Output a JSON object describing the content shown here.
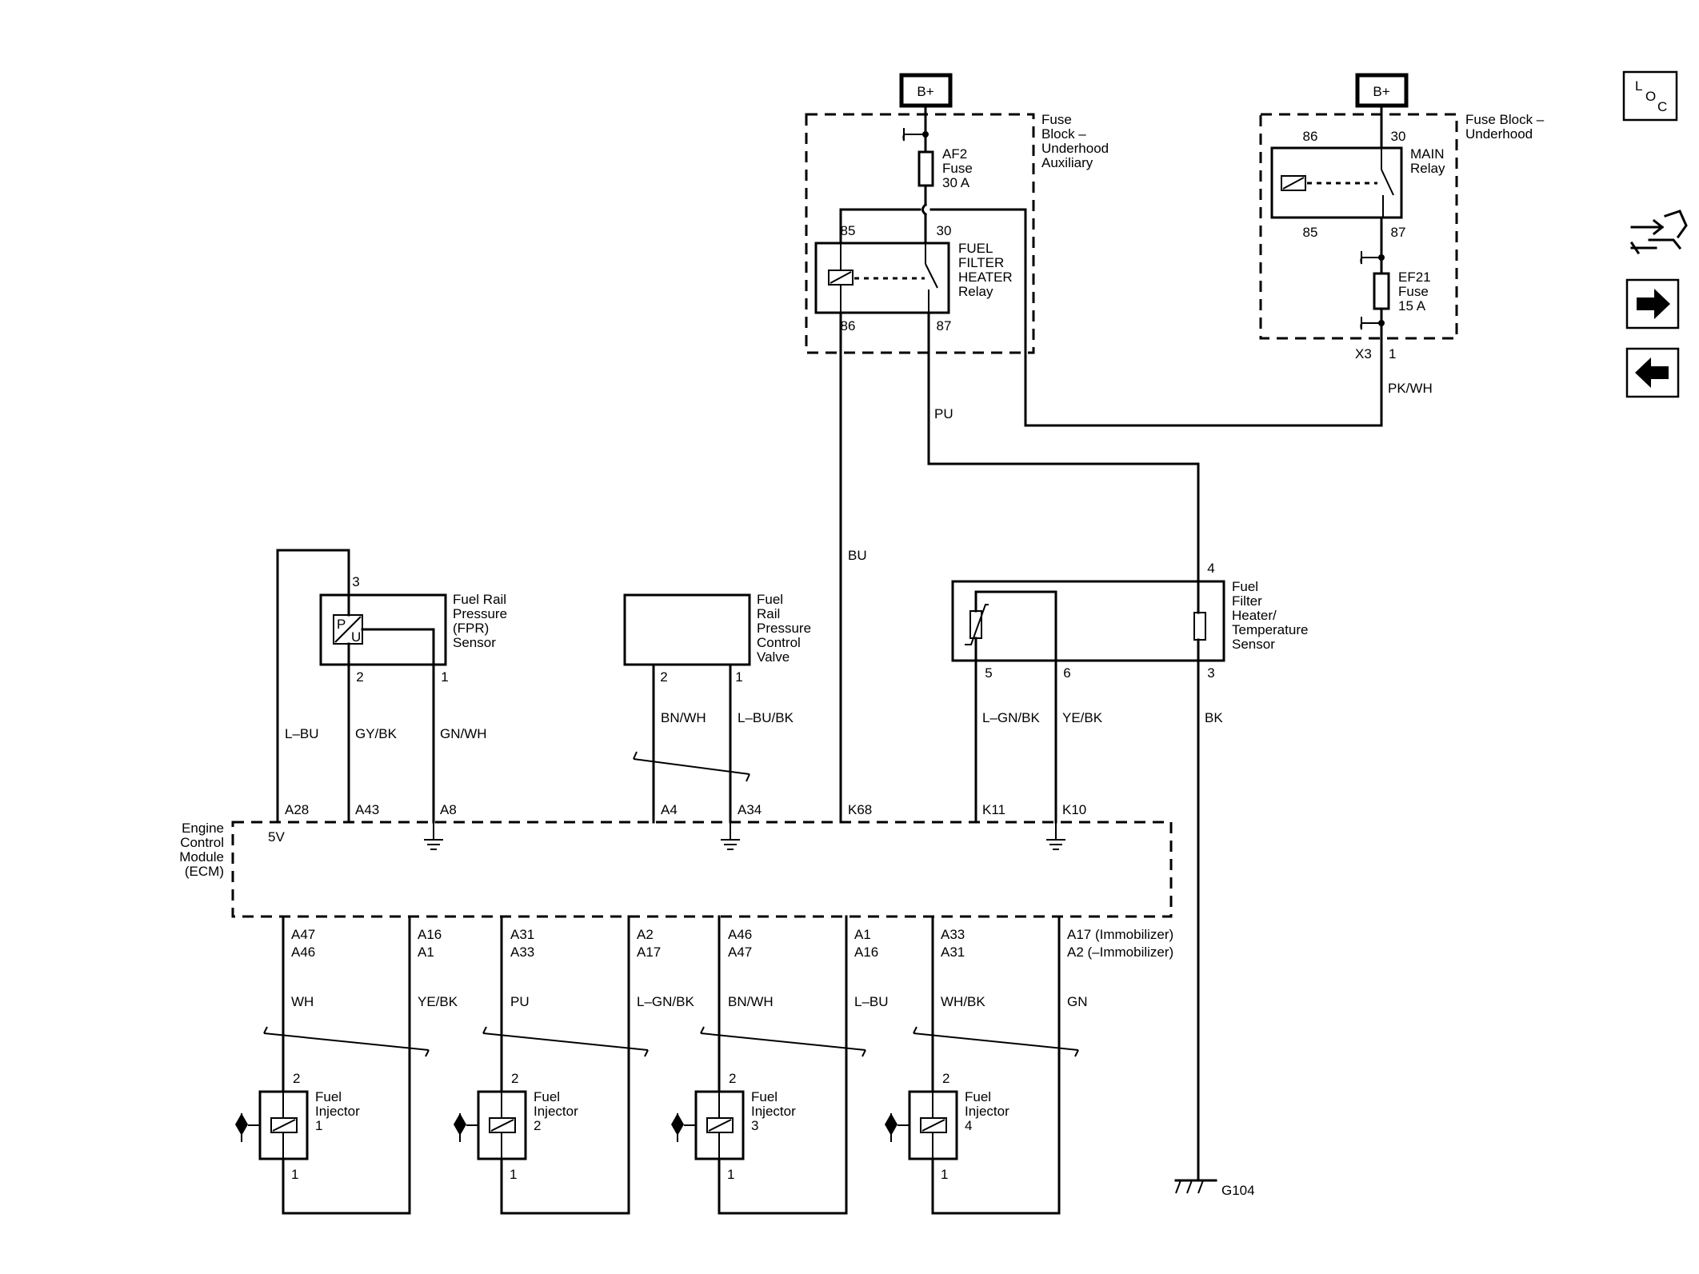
{
  "nav": {
    "loc_l": "L",
    "loc_o": "O",
    "loc_c": "C",
    "icons": [
      "location-icon",
      "connector-view-icon",
      "next-page-icon",
      "previous-page-icon"
    ]
  },
  "power": {
    "b_plus": "B+"
  },
  "fuse_block_aux": {
    "title": [
      "Fuse",
      "Block –",
      "Underhood",
      "Auxiliary"
    ],
    "fuse": [
      "AF2",
      "Fuse",
      "30 A"
    ],
    "relay": [
      "FUEL",
      "FILTER",
      "HEATER",
      "Relay"
    ],
    "pins": {
      "p85": "85",
      "p30": "30",
      "p86": "86",
      "p87": "87"
    }
  },
  "fuse_block_underhood": {
    "title": [
      "Fuse Block –",
      "Underhood"
    ],
    "relay": [
      "MAIN",
      "Relay"
    ],
    "pins": {
      "p86": "86",
      "p30": "30",
      "p85": "85",
      "p87": "87"
    },
    "fuse": [
      "EF21",
      "Fuse",
      "15 A"
    ],
    "connector": {
      "x3": "X3",
      "pin": "1"
    }
  },
  "wires": {
    "pk_wh": "PK/WH",
    "pu": "PU",
    "bu": "BU",
    "l_bu": "L–BU",
    "gy_bk": "GY/BK",
    "gn_wh": "GN/WH",
    "bn_wh": "BN/WH",
    "l_bu_bk": "L–BU/BK",
    "l_gn_bk": "L–GN/BK",
    "ye_bk": "YE/BK",
    "bk": "BK",
    "inj": [
      "WH",
      "YE/BK",
      "PU",
      "L–GN/BK",
      "BN/WH",
      "L–BU",
      "WH/BK",
      "GN"
    ]
  },
  "fpr_sensor": {
    "label": [
      "Fuel Rail",
      "Pressure",
      "(FPR)",
      "Sensor"
    ],
    "pins": {
      "p3": "3",
      "p2": "2",
      "p1": "1"
    },
    "symbol": {
      "p": "P",
      "u": "U"
    }
  },
  "fprc_valve": {
    "label": [
      "Fuel",
      "Rail",
      "Pressure",
      "Control",
      "Valve"
    ],
    "pins": {
      "p2": "2",
      "p1": "1"
    }
  },
  "filter_heater_sensor": {
    "label": [
      "Fuel",
      "Filter",
      "Heater/",
      "Temperature",
      "Sensor"
    ],
    "pins": {
      "p4": "4",
      "p5": "5",
      "p6": "6",
      "p3": "3"
    }
  },
  "ecm": {
    "label": [
      "Engine",
      "Control",
      "Module",
      "(ECM)"
    ],
    "five_v": "5V",
    "top_pins": [
      "A28",
      "A43",
      "A8",
      "A4",
      "A34",
      "K68",
      "K11",
      "K10"
    ],
    "bottom_pins": [
      [
        "A47",
        "A46"
      ],
      [
        "A16",
        "A1"
      ],
      [
        "A31",
        "A33"
      ],
      [
        "A2",
        "A17"
      ],
      [
        "A46",
        "A47"
      ],
      [
        "A1",
        "A16"
      ],
      [
        "A33",
        "A31"
      ],
      [
        "A17 (Immobilizer)",
        "A2 (–Immobilizer)"
      ]
    ]
  },
  "injectors": [
    {
      "label": [
        "Fuel",
        "Injector",
        "1"
      ],
      "pin_top": "2",
      "pin_bottom": "1"
    },
    {
      "label": [
        "Fuel",
        "Injector",
        "2"
      ],
      "pin_top": "2",
      "pin_bottom": "1"
    },
    {
      "label": [
        "Fuel",
        "Injector",
        "3"
      ],
      "pin_top": "2",
      "pin_bottom": "1"
    },
    {
      "label": [
        "Fuel",
        "Injector",
        "4"
      ],
      "pin_top": "2",
      "pin_bottom": "1"
    }
  ],
  "ground": {
    "label": "G104"
  }
}
